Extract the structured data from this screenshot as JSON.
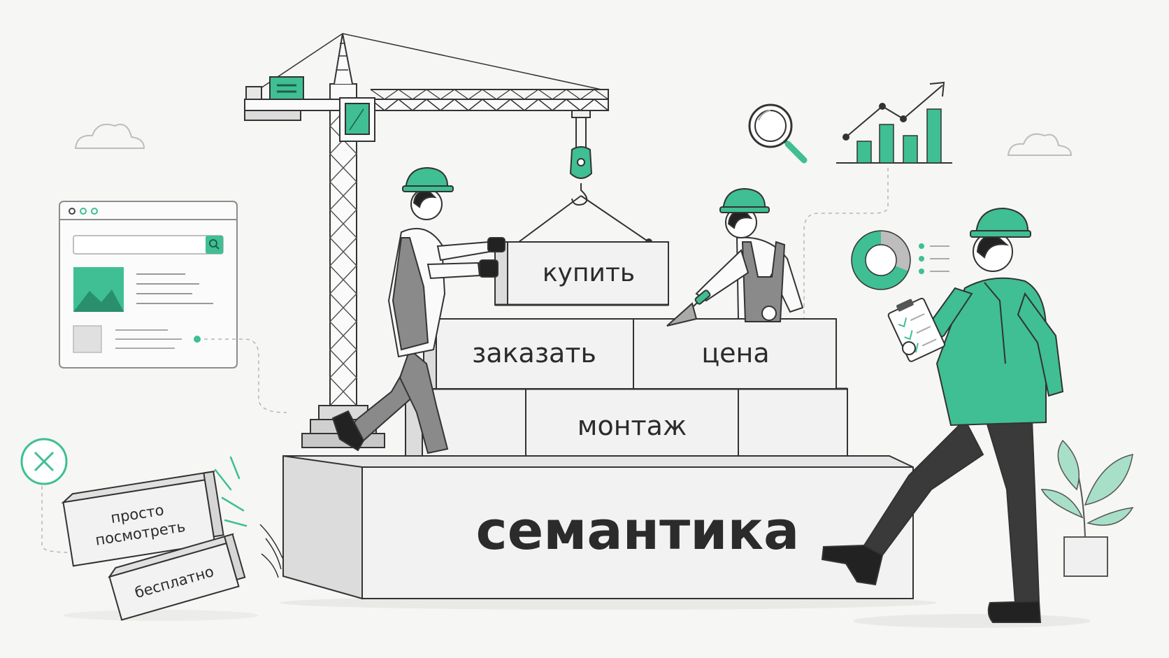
{
  "colors": {
    "accent": "#3fbf93",
    "accent_dark": "#2a8f6d",
    "ink": "#2b2b2b",
    "block_face": "#f2f2f2",
    "block_side": "#dcdcdc",
    "background": "#f6f6f5",
    "trousers": "#3a3a3a",
    "overalls": "#8a8a8a"
  },
  "blocks": {
    "foundation": "семантика",
    "row1": "монтаж",
    "row2_left": "заказать",
    "row2_right": "цена",
    "lifted": "купить"
  },
  "rejected_blocks": {
    "block1": "просто посмотреть",
    "block1_line1": "просто",
    "block1_line2": "посмотреть",
    "block2": "бесплатно"
  },
  "icons": [
    "crane-icon",
    "hook-icon",
    "browser-window-icon",
    "search-icon",
    "magnifier-icon",
    "bar-chart-icon",
    "trend-arrow-icon",
    "donut-chart-icon",
    "clipboard-icon",
    "reject-x-icon",
    "plant-icon",
    "cloud-icon",
    "hard-hat-icon",
    "trowel-icon"
  ]
}
